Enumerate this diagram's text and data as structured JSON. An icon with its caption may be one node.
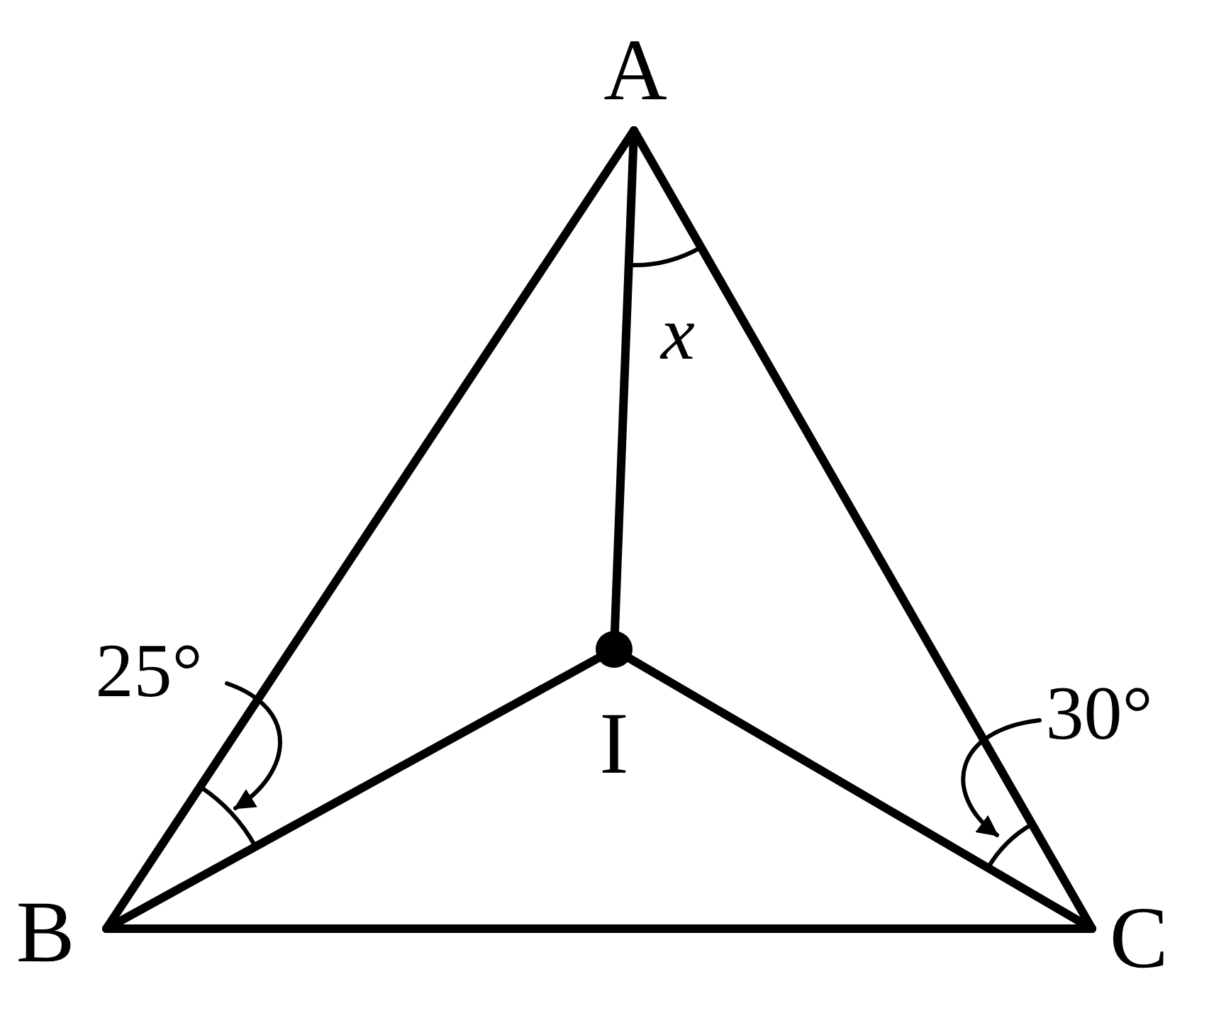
{
  "diagram": {
    "nodes": [
      {
        "text": [
          "A"
        ]
      },
      {
        "text": [
          "B"
        ]
      },
      {
        "text": [
          "C"
        ]
      },
      {
        "text": [
          "I"
        ]
      },
      {
        "text": [
          "25°"
        ]
      },
      {
        "text": [
          "30°"
        ]
      },
      {
        "text": [],
        "shape": "arc"
      },
      {
        "text": [],
        "shape": "arc"
      }
    ],
    "edges": [
      {
        "from": 0,
        "to": 1,
        "arrow": "none"
      },
      {
        "from": 0,
        "to": 2,
        "arrow": "none"
      },
      {
        "from": 1,
        "to": 2,
        "arrow": "none"
      },
      {
        "from": 0,
        "to": 3,
        "arrow": "none"
      },
      {
        "from": 1,
        "to": 3,
        "arrow": "none"
      },
      {
        "from": 2,
        "to": 3,
        "arrow": "none"
      },
      {
        "from": 4,
        "to": 6,
        "arrow": "to"
      },
      {
        "from": 5,
        "to": 7,
        "arrow": "to"
      }
    ],
    "labels": [
      "x"
    ]
  }
}
